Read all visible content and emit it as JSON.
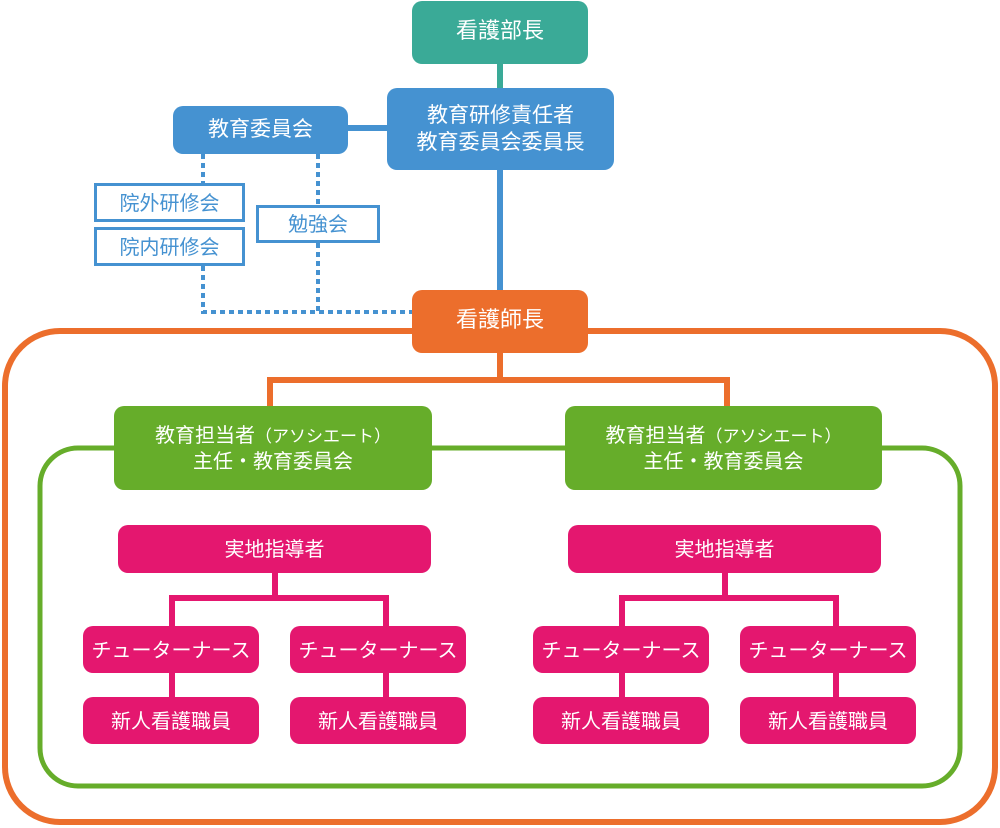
{
  "colors": {
    "teal": "#3aaa97",
    "blue": "#4592d1",
    "orange": "#ec6e2c",
    "green": "#66ad2a",
    "pink": "#e4176f"
  },
  "director": "看護部長",
  "training_lead": {
    "line1": "教育研修責任者",
    "line2": "教育委員会委員長"
  },
  "committee": "教育委員会",
  "external_training": "院外研修会",
  "internal_training": "院内研修会",
  "study_group": "勉強会",
  "head_nurse": "看護師長",
  "groups": [
    {
      "associate": {
        "line1": "教育担当者",
        "paren": "（アソシエート）",
        "line2": "主任・教育委員会"
      },
      "preceptor": "実地指導者",
      "tutors": [
        "チューターナース",
        "チューターナース"
      ],
      "new_staff": [
        "新人看護職員",
        "新人看護職員"
      ]
    },
    {
      "associate": {
        "line1": "教育担当者",
        "paren": "（アソシエート）",
        "line2": "主任・教育委員会"
      },
      "preceptor": "実地指導者",
      "tutors": [
        "チューターナース",
        "チューターナース"
      ],
      "new_staff": [
        "新人看護職員",
        "新人看護職員"
      ]
    }
  ]
}
